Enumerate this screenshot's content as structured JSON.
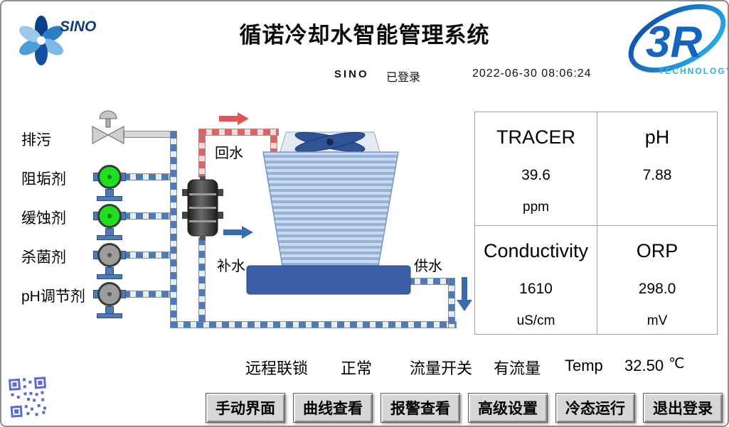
{
  "header": {
    "title": "循诺冷却水智能管理系统",
    "sino_logo_text": "SINO",
    "r3_logo_text": "3R",
    "r3_logo_subtext": "TECHNOLOGY",
    "session": {
      "user": "SINO",
      "status": "已登录",
      "datetime": "2022-06-30 08:06:24"
    }
  },
  "dosing": {
    "items": [
      {
        "label": "排污"
      },
      {
        "label": "阻垢剂",
        "state_color": "#1ee11e"
      },
      {
        "label": "缓蚀剂",
        "state_color": "#1ee11e"
      },
      {
        "label": "杀菌剂",
        "state_color": "#9c9c9c"
      },
      {
        "label": "pH调节剂",
        "state_color": "#9c9c9c"
      }
    ]
  },
  "diagram": {
    "return_water_label": "回水",
    "makeup_water_label": "补水",
    "supply_water_label": "供水"
  },
  "metrics": {
    "cells": [
      {
        "name": "TRACER",
        "value": "39.6",
        "unit": "ppm"
      },
      {
        "name": "pH",
        "value": "7.88",
        "unit": ""
      },
      {
        "name": "Conductivity",
        "value": "1610",
        "unit": "uS/cm"
      },
      {
        "name": "ORP",
        "value": "298.0",
        "unit": "mV"
      }
    ]
  },
  "status": {
    "interlock_label": "远程联锁",
    "interlock_value": "正常",
    "flow_label": "流量开关",
    "flow_value": "有流量",
    "temp_label": "Temp",
    "temp_value": "32.50",
    "temp_unit": "℃"
  },
  "nav": {
    "buttons": [
      {
        "label": "手动界面"
      },
      {
        "label": "曲线查看"
      },
      {
        "label": "报警查看"
      },
      {
        "label": "高级设置"
      },
      {
        "label": "冷态运行"
      },
      {
        "label": "退出登录"
      }
    ]
  },
  "colors": {
    "pump_on": "#1ee11e",
    "pump_off": "#9c9c9c",
    "pipe_blue": "#4d7ab8",
    "pipe_red": "#e06262",
    "basin_blue": "#3c5ea9",
    "brand_blue": "#1565c0",
    "brand_cyan": "#27b2e8"
  }
}
